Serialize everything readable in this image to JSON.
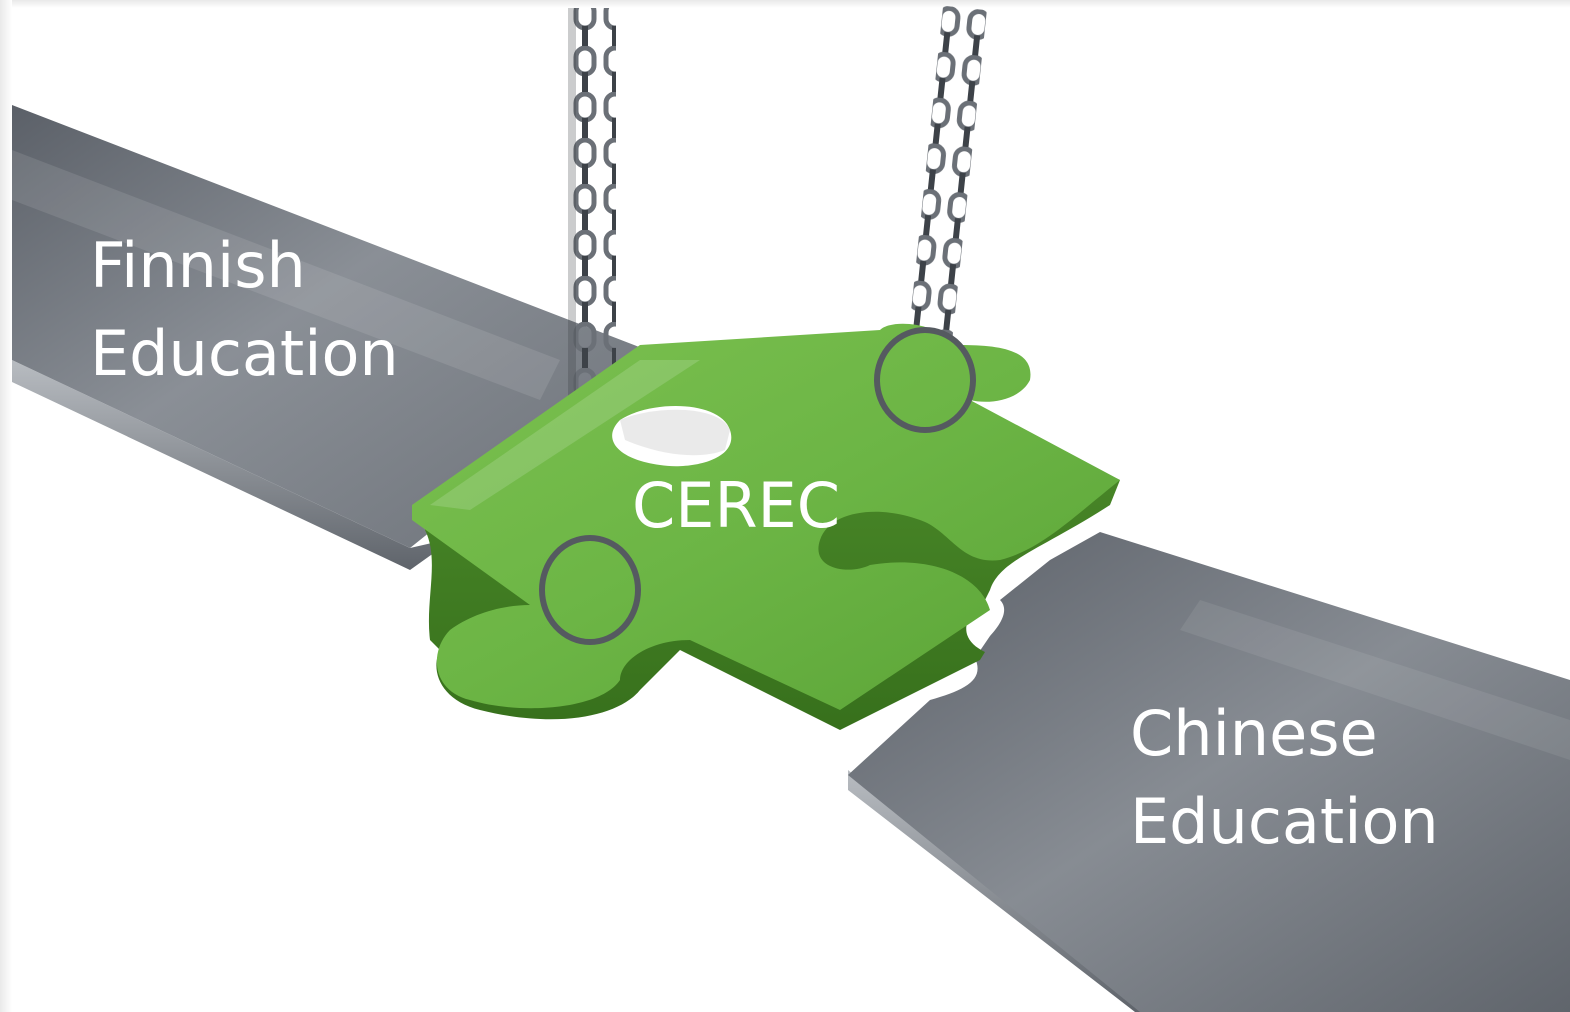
{
  "diagram": {
    "left_plank": {
      "label_line1": "Finnish",
      "label_line2": "Education"
    },
    "right_plank": {
      "label_line1": "Chinese",
      "label_line2": "Education"
    },
    "connector_piece": {
      "label": "CEREC"
    }
  }
}
